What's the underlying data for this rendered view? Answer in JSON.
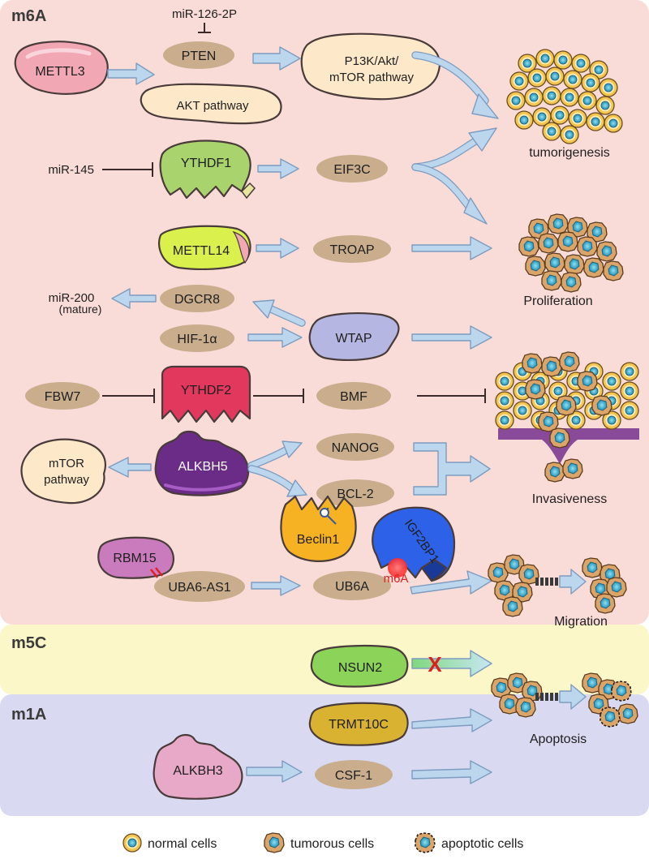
{
  "sections": {
    "m6a": "m6A",
    "m5c": "m5C",
    "m1a": "m1A"
  },
  "nodes": {
    "mir_126": "miR-126-2P",
    "mettl3": "METTL3",
    "pten": "PTEN",
    "akt_pathway": "AKT pathway",
    "pi3k_line1": "P13K/Akt/",
    "pi3k_line2": "mTOR pathway",
    "mir_145": "miR-145",
    "ythdf1": "YTHDF1",
    "eif3c": "EIF3C",
    "mettl14": "METTL14",
    "troap": "TROAP",
    "mir_200": "miR-200",
    "mir_200_sub": "(mature)",
    "dgcr8": "DGCR8",
    "hif1a": "HIF-1α",
    "wtap": "WTAP",
    "fbw7": "FBW7",
    "ythdf2": "YTHDF2",
    "bmf": "BMF",
    "mtor_line1": "mTOR",
    "mtor_line2": "pathway",
    "alkbh5": "ALKBH5",
    "nanog": "NANOG",
    "bcl2": "BCL-2",
    "beclin1": "Beclin1",
    "igf2bp1": "IGF2BP1",
    "rbm15": "RBM15",
    "uba6_as1": "UBA6-AS1",
    "ub6a": "UB6A",
    "m6a_mark": "m6A",
    "nsun2": "NSUN2",
    "trmt10c": "TRMT10C",
    "alkbh3": "ALKBH3",
    "csf1": "CSF-1"
  },
  "outcomes": {
    "tumorigenesis": "tumorigenesis",
    "proliferation": "Proliferation",
    "invasiveness": "Invasiveness",
    "migration": "Migration",
    "apoptosis": "Apoptosis"
  },
  "legend": {
    "normal": "normal cells",
    "tumorous": "tumorous cells",
    "apoptotic": "apoptotic cells"
  },
  "blocked_mark": "X",
  "colors": {
    "m6a_bg": "#f9dcd8",
    "m5c_bg": "#fbf7c8",
    "m1a_bg": "#d9daf2",
    "node_pill": "#c9ad8d",
    "arrow": "#bcd6ee",
    "blocked": "#e02020"
  }
}
